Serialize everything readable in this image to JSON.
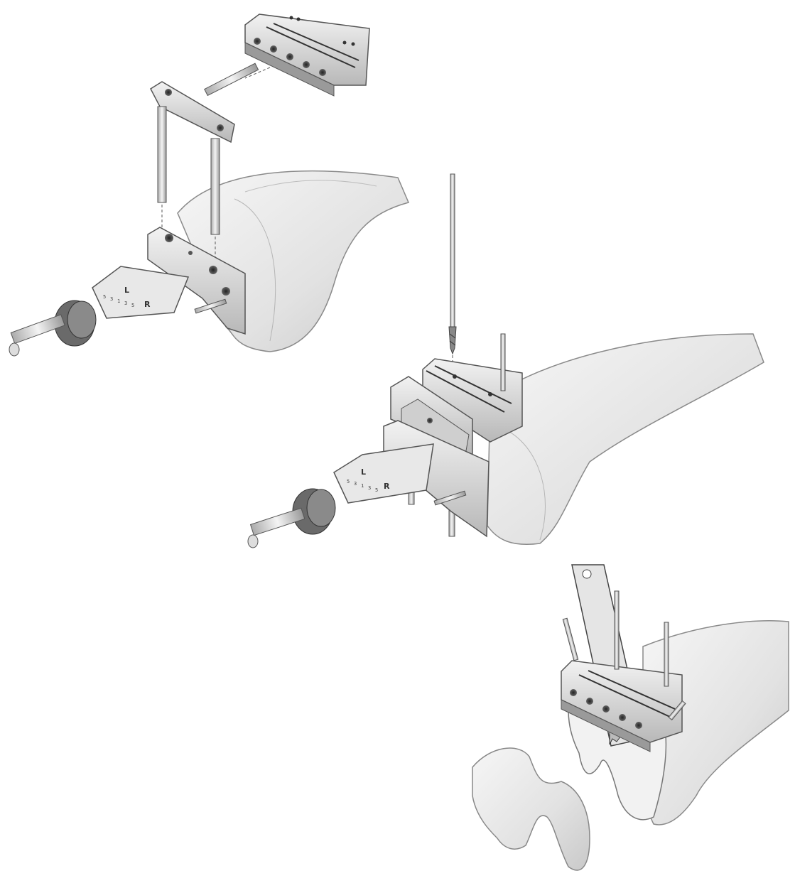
{
  "illustration": {
    "style": "pencil-sketch",
    "colors": {
      "ink": "#3a3a3a",
      "shade": "#9a9a9a",
      "bone": "#eeeeee",
      "metal": "#d6d6d6",
      "paper": "#ffffff"
    },
    "panels": [
      {
        "name": "guide-assembly-exploded",
        "ruler": {
          "left": "L",
          "right": "R",
          "scale": [
            "5",
            "3",
            "1",
            "3",
            "5"
          ]
        }
      },
      {
        "name": "drilling-through-cutting-block",
        "ruler": {
          "left": "L",
          "right": "R",
          "scale": [
            "5",
            "3",
            "1",
            "3",
            "5"
          ]
        }
      },
      {
        "name": "sawing-tibial-resection"
      }
    ]
  }
}
